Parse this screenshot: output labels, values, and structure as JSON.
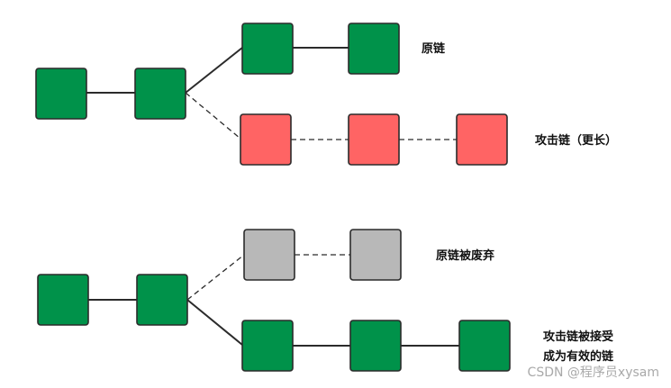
{
  "labels": {
    "original_chain": "原链",
    "attack_chain_longer": "攻击链（更长）",
    "original_chain_abandoned": "原链被废弃",
    "attack_chain_accepted_line1": "攻击链被接受",
    "attack_chain_accepted_line2": "成为有效的链"
  },
  "watermark": "CSDN @程序员xysam",
  "colors": {
    "valid_block": "#00924a",
    "attack_block": "#ff6464",
    "abandoned_block": "#b8b8b8",
    "outline": "#2b2b2b"
  }
}
